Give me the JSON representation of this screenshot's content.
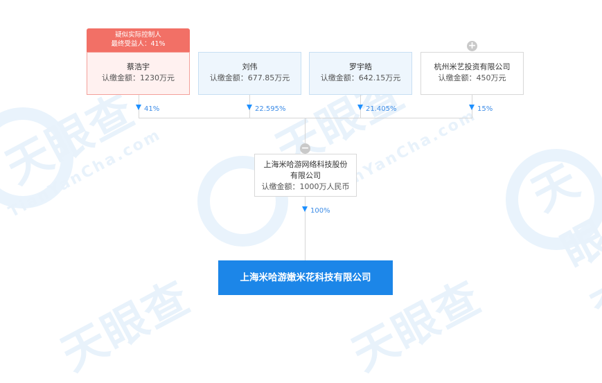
{
  "watermark": {
    "brand": "天眼查",
    "site": "TianYanCha.com"
  },
  "shareholders": [
    {
      "name": "蔡浩宇",
      "amount": "认缴金额：1230万元",
      "percent": "41%",
      "style": "red",
      "tag": {
        "line1": "疑似实际控制人",
        "line2": "最终受益人：41%"
      }
    },
    {
      "name": "刘伟",
      "amount": "认缴金额：677.85万元",
      "percent": "22.595%",
      "style": "blue"
    },
    {
      "name": "罗宇皓",
      "amount": "认缴金额：642.15万元",
      "percent": "21.405%",
      "style": "blue"
    },
    {
      "name": "杭州米艺投资有限公司",
      "amount": "认缴金额：450万元",
      "percent": "15%",
      "style": "plain",
      "expand": "+"
    }
  ],
  "parent": {
    "name_line1": "上海米哈游网络科技股份",
    "name_line2": "有限公司",
    "capital": "认缴金额：1000万人民币",
    "percent": "100%",
    "collapse": "−"
  },
  "target": {
    "name": "上海米哈游嫩米花科技有限公司"
  },
  "colors": {
    "accent": "#1c86e8",
    "tag": "#f27066",
    "line": "#d6d6d6",
    "percent": "#3c8ce7"
  }
}
